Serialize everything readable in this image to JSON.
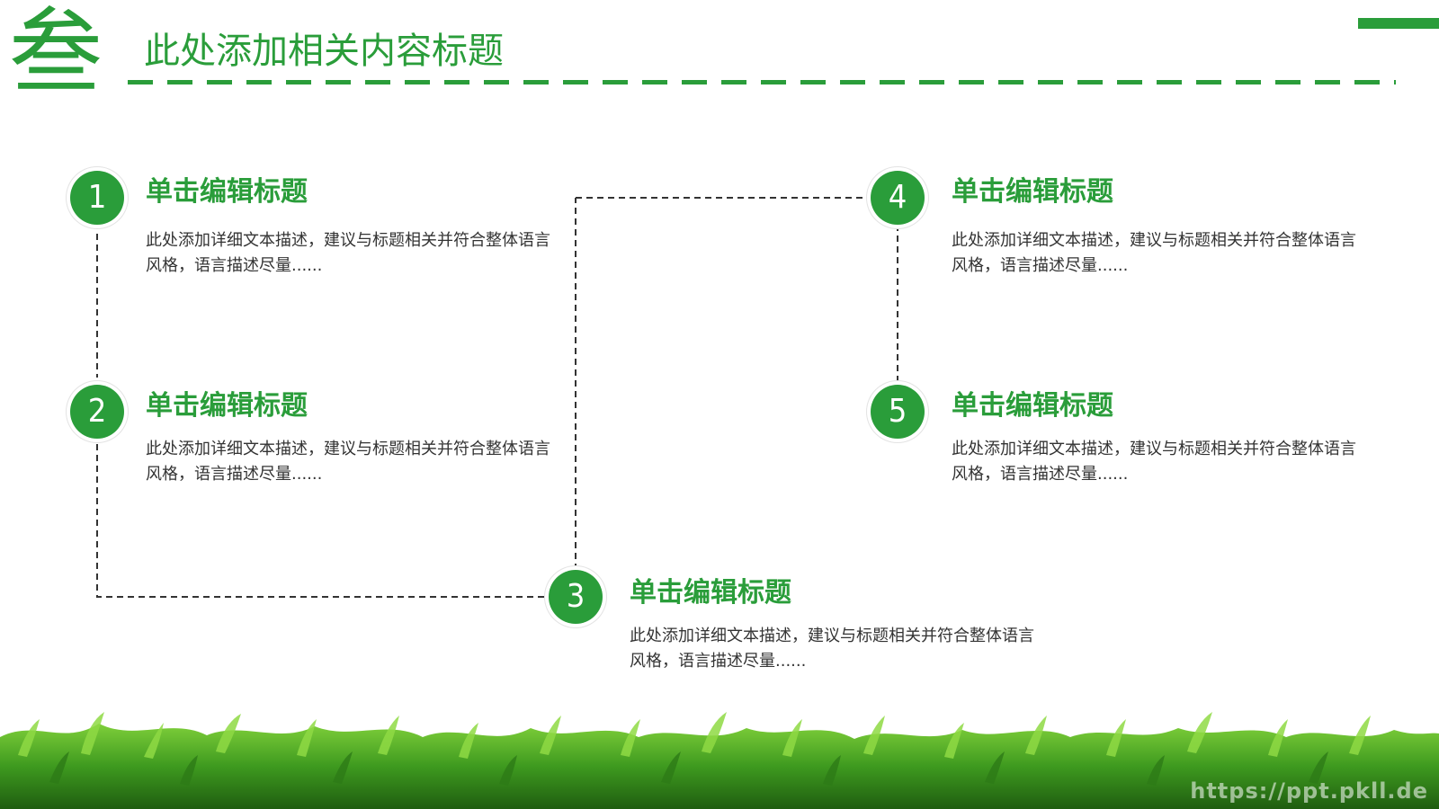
{
  "header": {
    "section_char": "叁",
    "title": "此处添加相关内容标题"
  },
  "steps": [
    {
      "number": "1",
      "title": "单击编辑标题",
      "desc": "此处添加详细文本描述，建议与标题相关并符合整体语言风格，语言描述尽量......"
    },
    {
      "number": "2",
      "title": "单击编辑标题",
      "desc": "此处添加详细文本描述，建议与标题相关并符合整体语言风格，语言描述尽量......"
    },
    {
      "number": "3",
      "title": "单击编辑标题",
      "desc": "此处添加详细文本描述，建议与标题相关并符合整体语言风格，语言描述尽量......"
    },
    {
      "number": "4",
      "title": "单击编辑标题",
      "desc": "此处添加详细文本描述，建议与标题相关并符合整体语言风格，语言描述尽量......"
    },
    {
      "number": "5",
      "title": "单击编辑标题",
      "desc": "此处添加详细文本描述，建议与标题相关并符合整体语言风格，语言描述尽量......"
    }
  ],
  "footer": {
    "watermark": "https://ppt.pkll.de"
  },
  "colors": {
    "accent": "#2a9d3a",
    "text": "#333333",
    "connector": "#333333"
  }
}
